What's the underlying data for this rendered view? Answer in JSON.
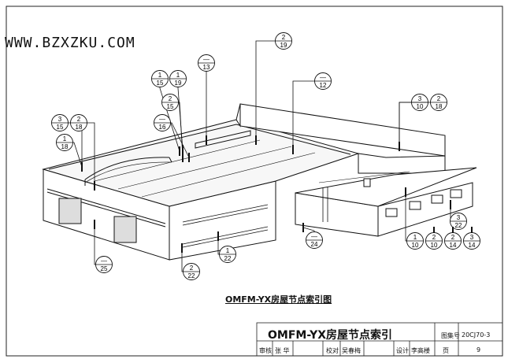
{
  "watermark": "WWW.BZXZKU.COM",
  "caption": "OMFM-YX房屋节点索引图",
  "title_block": {
    "title": "OMFM-YX房屋节点索引",
    "atlas_label": "图集号",
    "atlas_code": "20CJ70-3",
    "page_label": "页",
    "page_number": "9",
    "reviewer_label": "审核",
    "reviewer_name": "张 华",
    "checker_label": "校对",
    "checker_name": "吴春梅",
    "designer_label": "设计",
    "designer_name": "李高楼"
  },
  "callouts": [
    {
      "id": "c2-19",
      "top": "2",
      "bottom": "19"
    },
    {
      "id": "c1-15",
      "top": "1",
      "bottom": "15"
    },
    {
      "id": "c1-19",
      "top": "1",
      "bottom": "19"
    },
    {
      "id": "c-13",
      "top": "—",
      "bottom": "13"
    },
    {
      "id": "c-12",
      "top": "—",
      "bottom": "12"
    },
    {
      "id": "c2-15",
      "top": "2",
      "bottom": "15"
    },
    {
      "id": "c-16",
      "top": "—",
      "bottom": "16"
    },
    {
      "id": "c3-15",
      "top": "3",
      "bottom": "15"
    },
    {
      "id": "c2-18a",
      "top": "2",
      "bottom": "18"
    },
    {
      "id": "c1-18",
      "top": "1",
      "bottom": "18"
    },
    {
      "id": "c3-10",
      "top": "3",
      "bottom": "10"
    },
    {
      "id": "c2-18b",
      "top": "2",
      "bottom": "18"
    },
    {
      "id": "c3-22",
      "top": "3",
      "bottom": "22"
    },
    {
      "id": "c1-10",
      "top": "1",
      "bottom": "10"
    },
    {
      "id": "c2-10",
      "top": "2",
      "bottom": "10"
    },
    {
      "id": "c2-14",
      "top": "2",
      "bottom": "14"
    },
    {
      "id": "c3-14",
      "top": "3",
      "bottom": "14"
    },
    {
      "id": "c-24",
      "top": "—",
      "bottom": "24"
    },
    {
      "id": "c-25",
      "top": "—",
      "bottom": "25"
    },
    {
      "id": "c1-22",
      "top": "1",
      "bottom": "22"
    },
    {
      "id": "c2-22",
      "top": "2",
      "bottom": "22"
    }
  ]
}
